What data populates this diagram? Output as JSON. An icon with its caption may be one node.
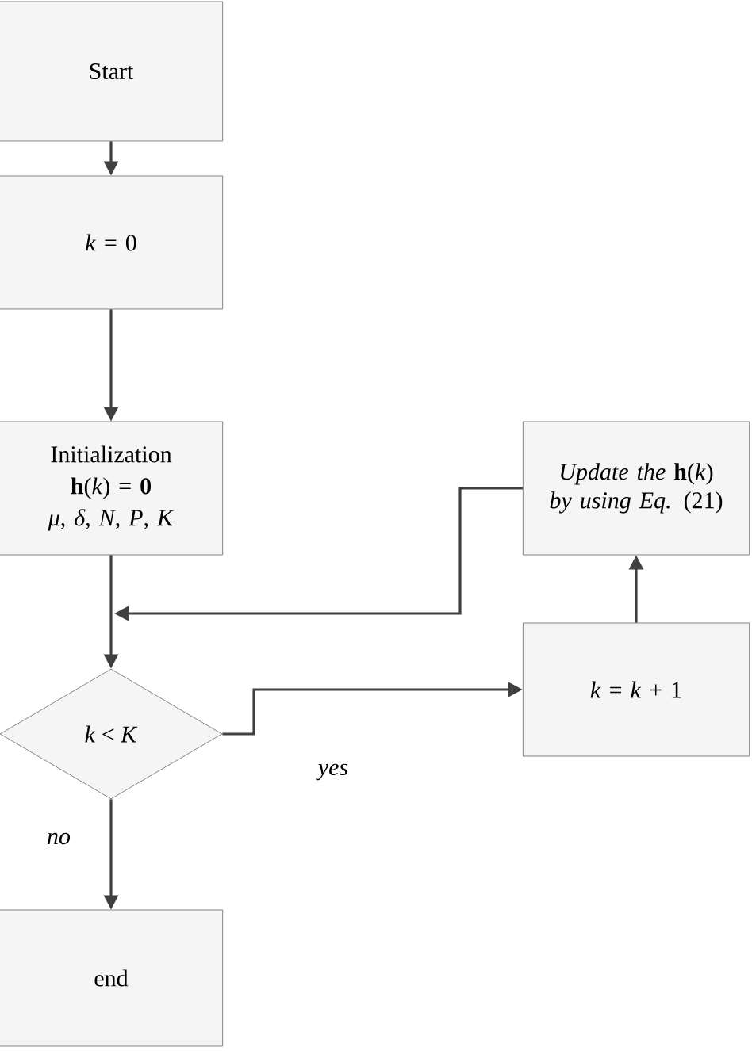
{
  "diagram": {
    "nodes": [
      {
        "text": [
          "Start"
        ]
      },
      {
        "text": [
          "*k* = 0"
        ]
      },
      {
        "text": [
          "Initialization",
          "**h**(*k*) = **0**",
          "*μ*, *δ*, *N*, *P*, *K*"
        ]
      },
      {
        "text": [
          "*Update the* **h**(*k*) *by using Eq.* (21)"
        ]
      },
      {
        "text": [
          "*k* < *K*"
        ]
      },
      {
        "text": [
          "*k* = *k* + 1"
        ]
      },
      {
        "text": [
          "end"
        ]
      }
    ],
    "edges": [
      {
        "from": 0,
        "to": 1,
        "arrow": "to"
      },
      {
        "from": 1,
        "to": 2,
        "arrow": "to"
      },
      {
        "from": 2,
        "to": 4,
        "arrow": "to"
      },
      {
        "from": 4,
        "to": 5,
        "arrow": "to",
        "label": "yes"
      },
      {
        "from": 5,
        "to": 3,
        "arrow": "to"
      },
      {
        "from": 3,
        "to": 4,
        "arrow": "to"
      },
      {
        "from": 4,
        "to": 6,
        "arrow": "to",
        "label": "no"
      }
    ]
  }
}
